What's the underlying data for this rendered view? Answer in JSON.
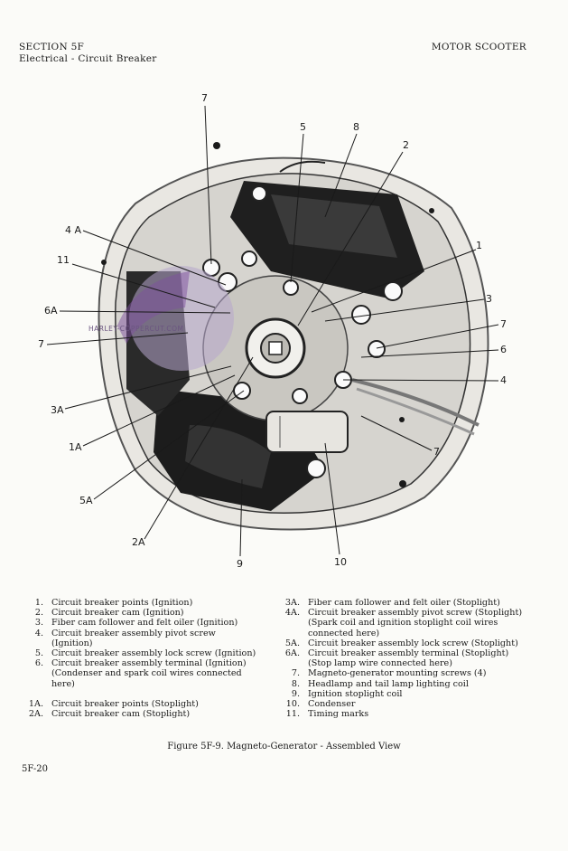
{
  "header": {
    "section": "SECTION 5F",
    "subsection": "Electrical - Circuit Breaker",
    "right_title": "MOTOR SCOOTER"
  },
  "figure": {
    "watermark": "HARLEY-COPPERCUT.COM",
    "callouts": {
      "c7_top": "7",
      "c5": "5",
      "c8": "8",
      "c2": "2",
      "c4A": "4 A",
      "c1": "1",
      "c11": "11",
      "c3": "3",
      "c6A": "6A",
      "c7_right": "7",
      "c7_left": "7",
      "c6": "6",
      "c4": "4",
      "c3A": "3A",
      "c1A": "1A",
      "c7_lower": "7",
      "c5A": "5A",
      "c2A": "2A",
      "c9": "9",
      "c10": "10"
    }
  },
  "legend_left": [
    {
      "num": "1.",
      "text": "Circuit breaker points (Ignition)"
    },
    {
      "num": "2.",
      "text": "Circuit breaker cam (Ignition)"
    },
    {
      "num": "3.",
      "text": "Fiber cam follower and felt oiler (Ignition)"
    },
    {
      "num": "4.",
      "text": "Circuit breaker assembly pivot screw",
      "sub": "(Ignition)"
    },
    {
      "num": "5.",
      "text": "Circuit breaker assembly lock screw (Ignition)"
    },
    {
      "num": "6.",
      "text": "Circuit breaker assembly terminal (Ignition)",
      "sub": "(Condenser and spark coil wires connected",
      "sub2": "here)"
    },
    {
      "num": "1A.",
      "text": "Circuit breaker points (Stoplight)"
    },
    {
      "num": "2A.",
      "text": "Circuit breaker cam (Stoplight)"
    }
  ],
  "legend_right": [
    {
      "num": "3A.",
      "text": "Fiber cam follower and felt oiler (Stoplight)"
    },
    {
      "num": "4A.",
      "text": "Circuit breaker assembly pivot screw (Stoplight)",
      "sub": "(Spark coil and ignition stoplight coil wires",
      "sub2": "connected here)"
    },
    {
      "num": "5A.",
      "text": "Circuit breaker assembly lock screw (Stoplight)"
    },
    {
      "num": "6A.",
      "text": "Circuit breaker assembly terminal (Stoplight)",
      "sub": "(Stop lamp wire connected here)"
    },
    {
      "num": "7.",
      "text": "Magneto-generator mounting screws (4)"
    },
    {
      "num": "8.",
      "text": "Headlamp and tail lamp lighting coil"
    },
    {
      "num": "9.",
      "text": "Ignition stoplight coil"
    },
    {
      "num": "10.",
      "text": "Condenser"
    },
    {
      "num": "11.",
      "text": "Timing marks"
    }
  ],
  "caption": "Figure 5F-9. Magneto-Generator - Assembled View",
  "page_number": "5F-20",
  "colors": {
    "ink": "#1a1a1a",
    "paper": "#fbfbf8",
    "watermark": "#b7a6cc"
  }
}
